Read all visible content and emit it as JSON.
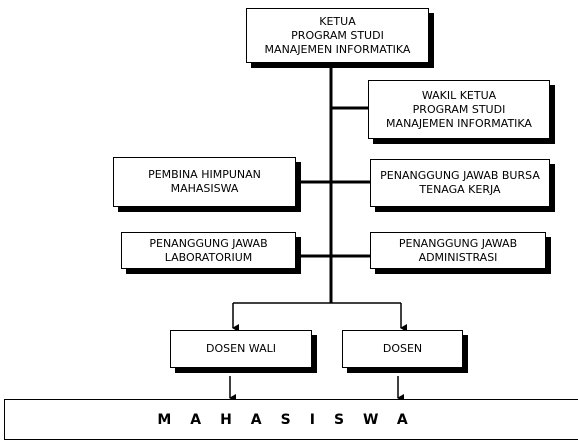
{
  "org_chart": {
    "ketua": [
      "KETUA",
      "PROGRAM STUDI",
      "MANAJEMEN INFORMATIKA"
    ],
    "wakil_ketua": [
      "WAKIL KETUA",
      "PROGRAM STUDI",
      "MANAJEMEN INFORMATIKA"
    ],
    "pembina_himpunan": [
      "PEMBINA HIMPUNAN",
      "MAHASISWA"
    ],
    "pj_bursa": [
      "PENANGGUNG JAWAB BURSA",
      "TENAGA KERJA"
    ],
    "pj_laboratorium": [
      "PENANGGUNG JAWAB",
      "LABORATORIUM"
    ],
    "pj_administrasi": [
      "PENANGGUNG JAWAB",
      "ADMINISTRASI"
    ],
    "dosen_wali": "DOSEN WALI",
    "dosen": "DOSEN",
    "mahasiswa": "MAHASISWA"
  }
}
